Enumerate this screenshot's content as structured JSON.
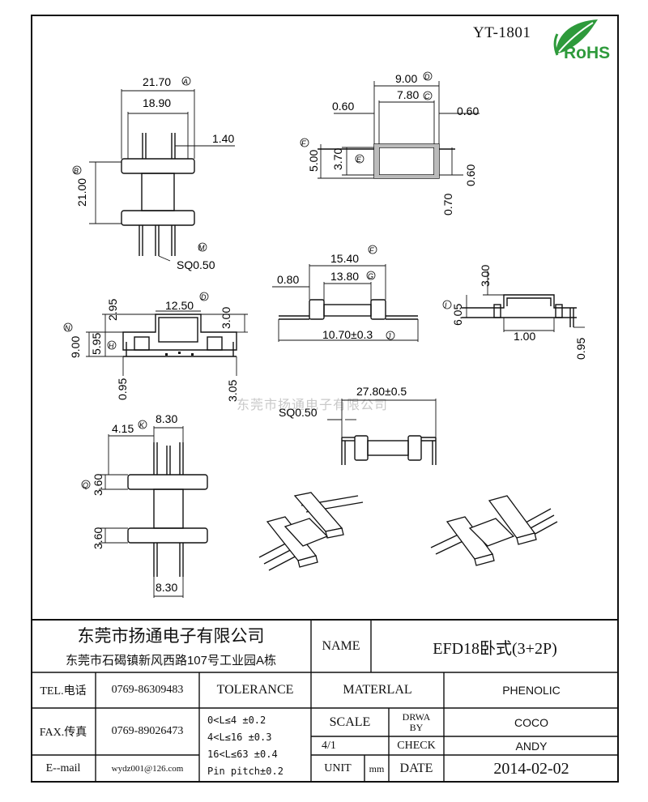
{
  "part_number": "YT-1801",
  "rohs_label": "RoHS",
  "watermark": "东莞市扬通电子有限公司",
  "dimensions": {
    "front": {
      "width_outer": "21.70",
      "ref_width": "A",
      "width_inner": "18.90",
      "pin_thick": "1.40",
      "height": "21.00",
      "ref_height": "B",
      "pin_sq": "SQ0.50",
      "ref_pin": "M"
    },
    "top_right": {
      "width_outer": "9.00",
      "ref_width": "D",
      "width_inner": "7.80",
      "ref_inner": "C",
      "wall_left": "0.60",
      "wall_right": "0.60",
      "height_outer": "5.00",
      "ref_height": "F",
      "height_inner": "3.70",
      "ref_inner_h": "E",
      "thick_right": "0.60",
      "bottom": "0.70"
    },
    "middle_center": {
      "length": "15.40",
      "ref_length": "F",
      "length_inner": "13.80",
      "ref_inner": "G",
      "flange": "0.80",
      "span": "10.70±0.3",
      "ref_span": "J"
    },
    "middle_right": {
      "height": "3.00",
      "depth": "6.05",
      "ref_depth": "I",
      "offset": "1.00",
      "pin_off": "0.95"
    },
    "side": {
      "width": "12.50",
      "ref_width": "D",
      "top": "2.95",
      "right_top": "3.00",
      "h_total": "9.00",
      "ref_total": "N",
      "h_mid": "5.95",
      "ref_mid": "H",
      "bottom_left": "0.95",
      "bottom_right": "3.05"
    },
    "bottom_center": {
      "span": "27.80±0.5",
      "pin_sq": "SQ0.50"
    },
    "bottom_left": {
      "flange_off": "4.15",
      "ref_off": "K",
      "width_top": "8.30",
      "h1": "3.60",
      "ref_h1": "Q",
      "h2": "3.60",
      "width_bottom": "8.30"
    }
  },
  "title_block": {
    "company_name": "东莞市扬通电子有限公司",
    "company_address": "东莞市石碣镇新风西路107号工业园A栋",
    "name_label": "NAME",
    "name_value": "EFD18卧式(3+2P)",
    "tel_label": "TEL.电话",
    "tel_value": "0769-86309483",
    "fax_label": "FAX.传真",
    "fax_value": "0769-89026473",
    "email_label": "E--mail",
    "email_value": "wydz001@126.com",
    "tolerance_label": "TOLERANCE",
    "tol_line1": "0<L≤4   ±0.2",
    "tol_line2": "4<L≤16  ±0.3",
    "tol_line3": "16<L≤63 ±0.4",
    "tol_line4": "Pin pitch±0.2",
    "material_label": "MATERLAL",
    "material_value": "PHENOLIC",
    "scale_label": "SCALE",
    "scale_value": "4/1",
    "drawn_label_1": "DRWA",
    "drawn_label_2": "BY",
    "drawn_value": "COCO",
    "check_label": "CHECK",
    "check_value": "ANDY",
    "unit_label": "UNIT",
    "unit_value": "mm",
    "date_label": "DATE",
    "date_value": "2014-02-02"
  }
}
